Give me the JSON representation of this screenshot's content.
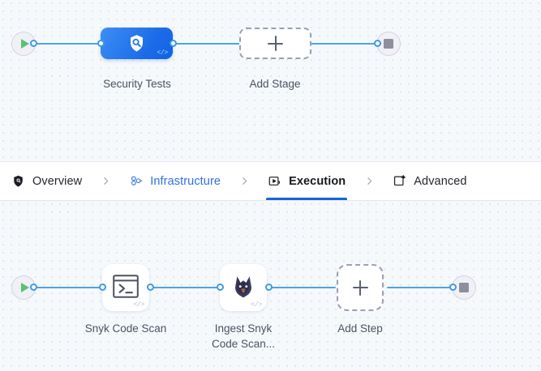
{
  "colors": {
    "canvas_bg": "#f6f9fc",
    "grid_dot": "#dfe6ee",
    "edge": "#4aa3ec",
    "port_ring": "#3d9ae8",
    "stage_blue": "#1a6ae8",
    "active_tab_underline": "#1565d8",
    "link_blue": "#2f6fe4",
    "start_green": "#5dc16f",
    "end_gray": "#8e8e9e",
    "dashed_border": "#9aa0b4",
    "caption_text": "#4b5260"
  },
  "tabs": {
    "items": [
      {
        "id": "overview",
        "label": "Overview",
        "icon": "shield-icon",
        "state": "default"
      },
      {
        "id": "infrastructure",
        "label": "Infrastructure",
        "icon": "infrastructure-icon",
        "state": "link"
      },
      {
        "id": "execution",
        "label": "Execution",
        "icon": "execution-icon",
        "state": "active"
      },
      {
        "id": "advanced",
        "label": "Advanced",
        "icon": "advanced-icon",
        "state": "default"
      }
    ],
    "separator_icon": "chevron-right-icon"
  },
  "stage_graph": {
    "start_node": {
      "icon": "play-icon",
      "label": ""
    },
    "end_node": {
      "icon": "stop-icon",
      "label": ""
    },
    "nodes": [
      {
        "id": "security-tests",
        "label": "Security Tests",
        "type": "stage",
        "icon": "shield-scan-icon",
        "badge": "</>"
      },
      {
        "id": "add-stage",
        "label": "Add Stage",
        "type": "add",
        "icon": "plus-icon",
        "badge": ""
      }
    ]
  },
  "step_graph": {
    "start_node": {
      "icon": "play-icon",
      "label": ""
    },
    "end_node": {
      "icon": "stop-icon",
      "label": ""
    },
    "nodes": [
      {
        "id": "snyk-code-scan",
        "label": "Snyk Code Scan",
        "type": "step",
        "icon": "terminal-icon",
        "badge": "</>"
      },
      {
        "id": "ingest-snyk-code-scan",
        "label": "Ingest Snyk\nCode Scan...",
        "type": "step",
        "icon": "snyk-dog-icon",
        "badge": "</>"
      },
      {
        "id": "add-step",
        "label": "Add Step",
        "type": "add",
        "icon": "plus-icon",
        "badge": ""
      }
    ]
  }
}
